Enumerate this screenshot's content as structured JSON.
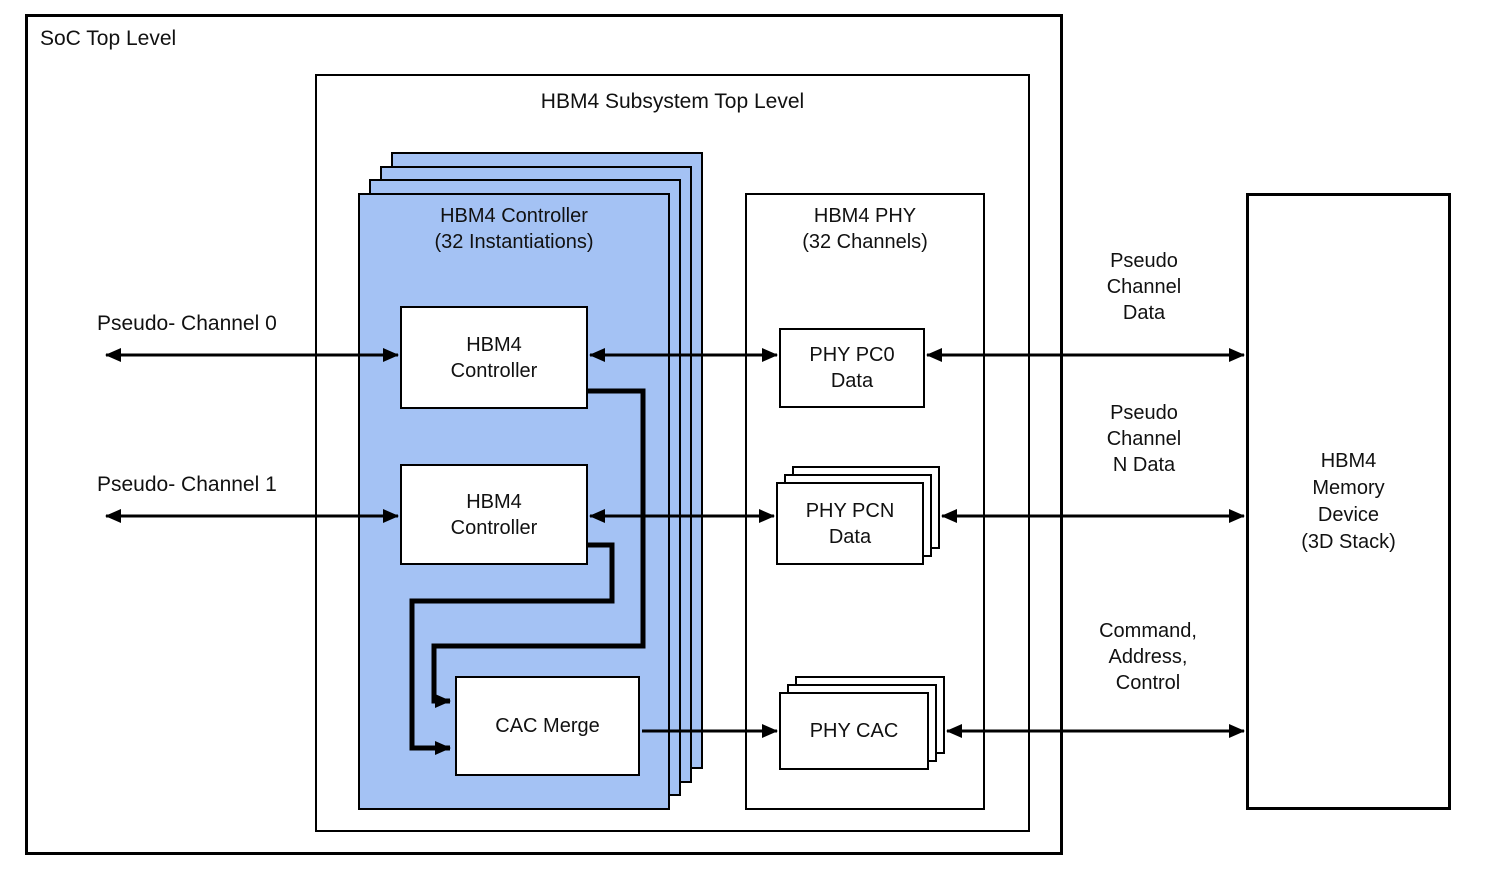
{
  "soc": {
    "label": "SoC Top Level"
  },
  "subsystem": {
    "label": "HBM4 Subsystem Top Level"
  },
  "controller_stack": {
    "label": "HBM4 Controller\n(32 Instantiations)"
  },
  "controller_pc0": {
    "label": "HBM4\nController"
  },
  "controller_pc1": {
    "label": "HBM4\nController"
  },
  "cac_merge": {
    "label": "CAC Merge"
  },
  "phy": {
    "label": "HBM4 PHY\n(32 Channels)"
  },
  "phy_pc0": {
    "label": "PHY PC0\nData"
  },
  "phy_pcn": {
    "label": "PHY PCN\nData"
  },
  "phy_cac": {
    "label": "PHY CAC"
  },
  "memory": {
    "label": "HBM4\nMemory\nDevice\n(3D Stack)"
  },
  "annotations": {
    "pseudo_channel_0": "Pseudo- Channel 0",
    "pseudo_channel_1": "Pseudo- Channel 1",
    "pseudo_channel_data": "Pseudo\nChannel\nData",
    "pseudo_channel_n_data": "Pseudo\nChannel\nN Data",
    "command_address_control": "Command,\nAddress,\nControl"
  },
  "colors": {
    "controller_fill": "#a4c2f4",
    "line": "#000000",
    "background": "#ffffff"
  }
}
